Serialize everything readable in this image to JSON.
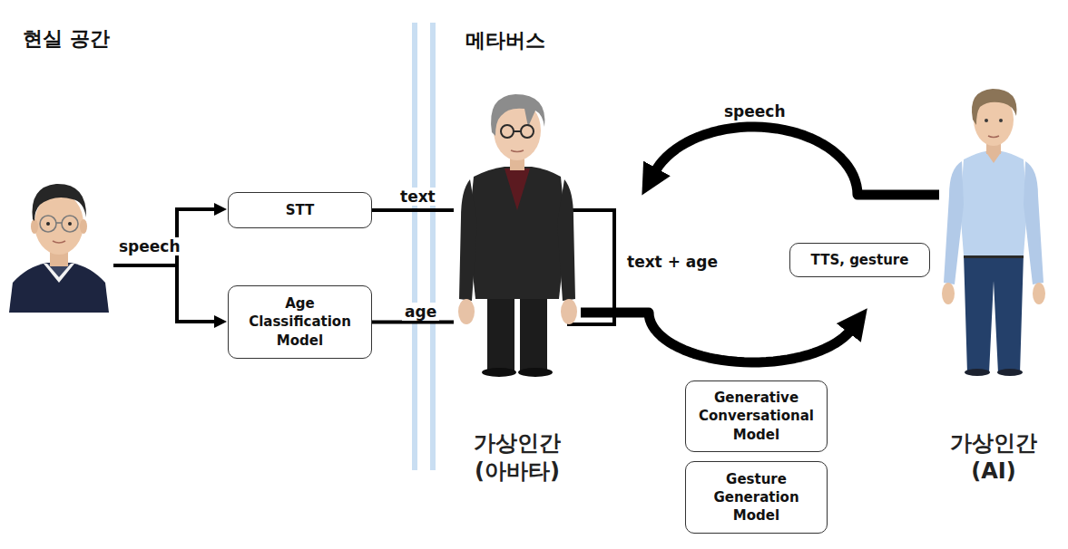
{
  "diagram": {
    "nodes": [
      {
        "text": [
          "STT"
        ]
      },
      {
        "text": [
          "Age Classification Model"
        ]
      },
      {
        "text": [
          "가상인간 (아바타)"
        ]
      },
      {
        "text": [
          "TTS, gesture"
        ]
      },
      {
        "text": [
          "Generative Conversational Model"
        ]
      },
      {
        "text": [
          "Gesture Generation Model"
        ]
      },
      {
        "text": [
          "가상인간 (AI)"
        ]
      }
    ],
    "edges": [
      {
        "from": 0,
        "to": 2,
        "label": "text",
        "arrow": "none"
      },
      {
        "from": 1,
        "to": 2,
        "label": "age",
        "arrow": "none"
      },
      {
        "from": 2,
        "to": 6,
        "label": "text + age",
        "arrow": "to"
      },
      {
        "from": 6,
        "to": 2,
        "label": "speech",
        "arrow": "to"
      }
    ],
    "labels": [
      "현실 공간",
      "메타버스",
      "speech"
    ]
  }
}
